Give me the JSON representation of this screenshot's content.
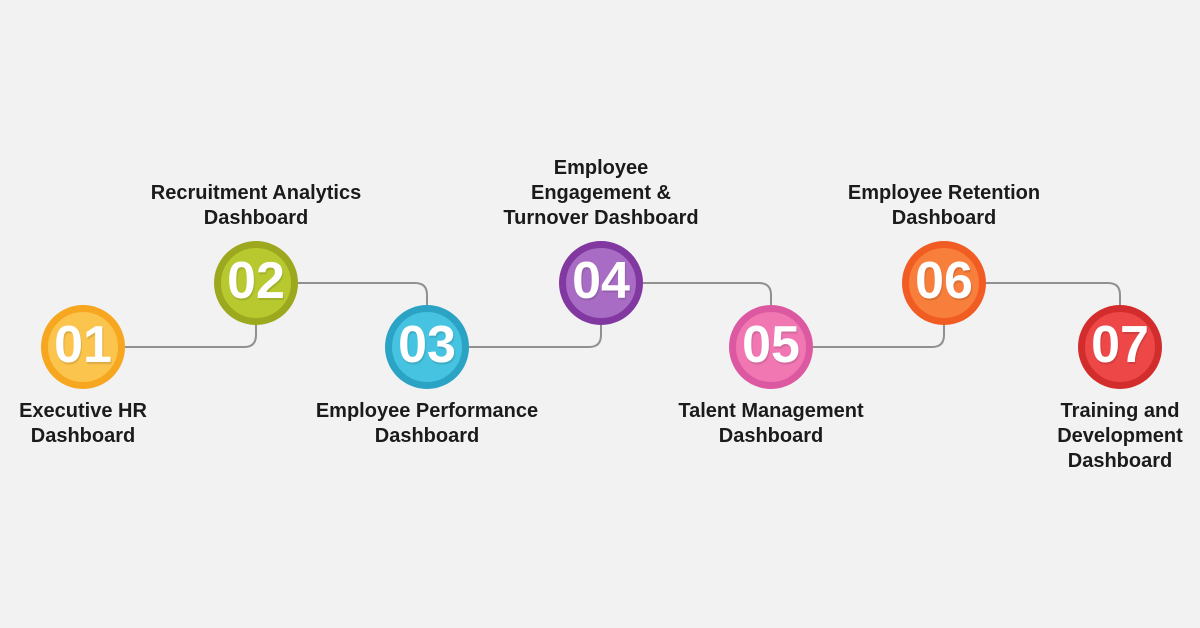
{
  "canvas": {
    "background_color": "#F2F2F3",
    "connector_color": "#909090",
    "text_color": "#1B1B1B",
    "number_text_color": "#FFFFFF"
  },
  "steps": [
    {
      "number": "01",
      "label": "Executive HR\nDashboard",
      "position": "bottom",
      "ring_color": "#F6A71F",
      "fill_color": "#FBC44C"
    },
    {
      "number": "02",
      "label": "Recruitment Analytics\nDashboard",
      "position": "top",
      "ring_color": "#9CA91E",
      "fill_color": "#B8C930"
    },
    {
      "number": "03",
      "label": "Employee Performance\nDashboard",
      "position": "bottom",
      "ring_color": "#2AA3C5",
      "fill_color": "#46C3E0"
    },
    {
      "number": "04",
      "label": "Employee\nEngagement &\nTurnover Dashboard",
      "position": "top",
      "ring_color": "#8138A0",
      "fill_color": "#A96CC4"
    },
    {
      "number": "05",
      "label": "Talent Management\nDashboard",
      "position": "bottom",
      "ring_color": "#DC58A0",
      "fill_color": "#F077B2"
    },
    {
      "number": "06",
      "label": "Employee Retention\nDashboard",
      "position": "top",
      "ring_color": "#F05C22",
      "fill_color": "#F87E3C"
    },
    {
      "number": "07",
      "label": "Training and\nDevelopment\nDashboard",
      "position": "bottom",
      "ring_color": "#D32C2C",
      "fill_color": "#EE4747"
    }
  ]
}
